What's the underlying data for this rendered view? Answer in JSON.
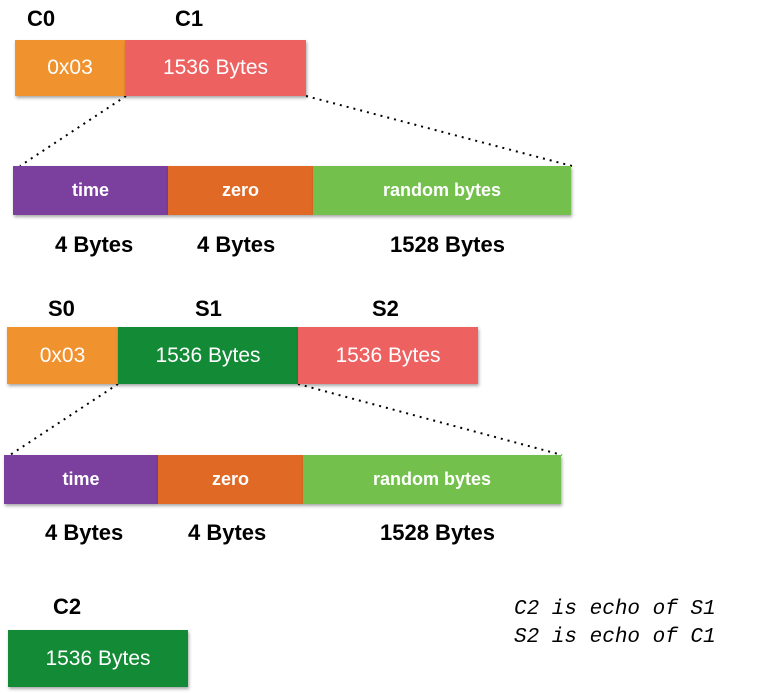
{
  "client_labels": {
    "c0": "C0",
    "c1": "C1"
  },
  "server_labels": {
    "s0": "S0",
    "s1": "S1",
    "s2": "S2"
  },
  "c2_label": "C2",
  "boxes": {
    "c0_value": "0x03",
    "c1_value": "1536 Bytes",
    "s0_value": "0x03",
    "s1_value": "1536 Bytes",
    "s2_value": "1536 Bytes",
    "c2_value": "1536 Bytes"
  },
  "c1_breakdown": {
    "time": "time",
    "zero": "zero",
    "random": "random bytes",
    "time_size": "4 Bytes",
    "zero_size": "4 Bytes",
    "random_size": "1528 Bytes"
  },
  "s1_breakdown": {
    "time": "time",
    "zero": "zero",
    "random": "random bytes",
    "time_size": "4 Bytes",
    "zero_size": "4 Bytes",
    "random_size": "1528 Bytes"
  },
  "notes": {
    "line1": "C2 is echo of S1",
    "line2": "S2 is echo of C1"
  },
  "colors": {
    "orange_light": "#f0922e",
    "red_salmon": "#ed6161",
    "purple": "#7b3f9e",
    "orange_dark": "#e06a25",
    "green_light": "#73c04c",
    "green_dark": "#138a35"
  }
}
